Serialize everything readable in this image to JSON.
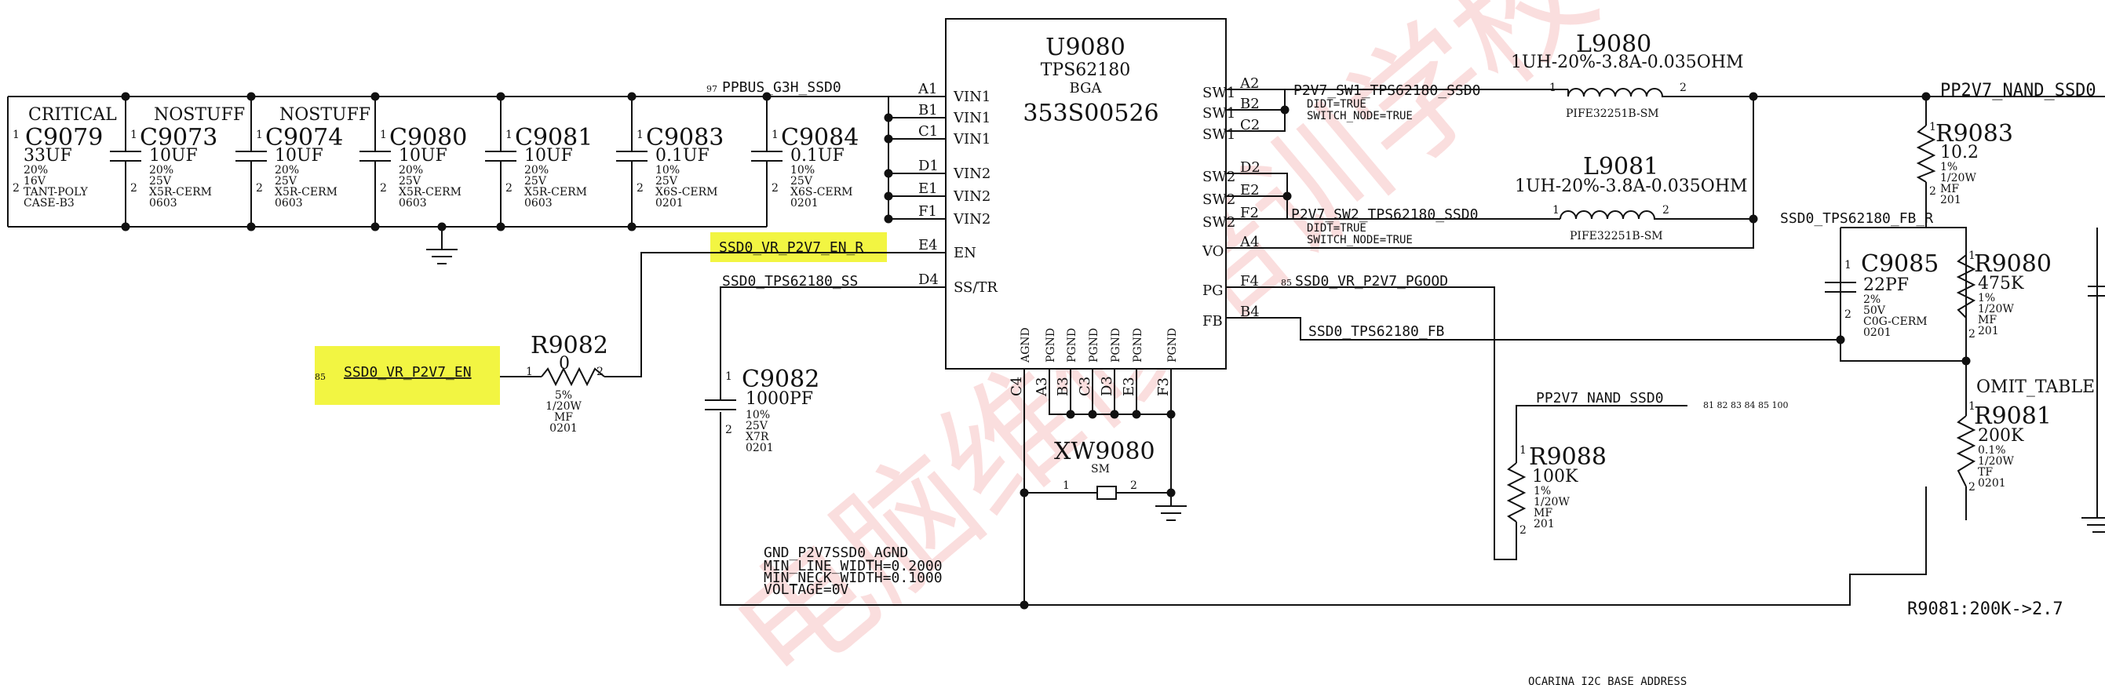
{
  "highlight_color": "#f2f542",
  "watermark": {
    "text": "电脑维修培训学校 www.xinxunwei.com",
    "color": "#e53a3a"
  },
  "ic": {
    "ref": "U9080",
    "part": "TPS62180",
    "pkg": "BGA",
    "pn": "353S00526",
    "left_pins": [
      {
        "ball": "A1",
        "name": "VIN1"
      },
      {
        "ball": "B1",
        "name": "VIN1"
      },
      {
        "ball": "C1",
        "name": "VIN1"
      },
      {
        "ball": "D1",
        "name": "VIN2"
      },
      {
        "ball": "E1",
        "name": "VIN2"
      },
      {
        "ball": "F1",
        "name": "VIN2"
      },
      {
        "ball": "E4",
        "name": "EN"
      },
      {
        "ball": "D4",
        "name": "SS/TR"
      }
    ],
    "right_pins": [
      {
        "ball": "A2",
        "name": "SW1"
      },
      {
        "ball": "B2",
        "name": "SW1"
      },
      {
        "ball": "C2",
        "name": "SW1"
      },
      {
        "ball": "D2",
        "name": "SW2"
      },
      {
        "ball": "E2",
        "name": "SW2"
      },
      {
        "ball": "F2",
        "name": "SW2"
      },
      {
        "ball": "A4",
        "name": "VO"
      },
      {
        "ball": "F4",
        "name": "PG"
      },
      {
        "ball": "B4",
        "name": "FB"
      }
    ],
    "bottom_pins": [
      {
        "ball": "C4",
        "name": "AGND"
      },
      {
        "ball": "A3",
        "name": "PGND"
      },
      {
        "ball": "B3",
        "name": "PGND"
      },
      {
        "ball": "C3",
        "name": "PGND"
      },
      {
        "ball": "D3",
        "name": "PGND"
      },
      {
        "ball": "E3",
        "name": "PGND"
      },
      {
        "ball": "F3",
        "name": "PGND"
      }
    ]
  },
  "caps": [
    {
      "ref": "C9079",
      "tag": "CRITICAL",
      "value": "33UF",
      "specs": [
        "20%",
        "16V",
        "TANT-POLY",
        "CASE-B3"
      ]
    },
    {
      "ref": "C9073",
      "tag": "NOSTUFF",
      "value": "10UF",
      "specs": [
        "20%",
        "25V",
        "X5R-CERM",
        "0603"
      ]
    },
    {
      "ref": "C9074",
      "tag": "NOSTUFF",
      "value": "10UF",
      "specs": [
        "20%",
        "25V",
        "X5R-CERM",
        "0603"
      ]
    },
    {
      "ref": "C9080",
      "tag": "",
      "value": "10UF",
      "specs": [
        "20%",
        "25V",
        "X5R-CERM",
        "0603"
      ]
    },
    {
      "ref": "C9081",
      "tag": "",
      "value": "10UF",
      "specs": [
        "20%",
        "25V",
        "X5R-CERM",
        "0603"
      ]
    },
    {
      "ref": "C9083",
      "tag": "",
      "value": "0.1UF",
      "specs": [
        "10%",
        "25V",
        "X6S-CERM",
        "0201"
      ]
    },
    {
      "ref": "C9084",
      "tag": "",
      "value": "0.1UF",
      "specs": [
        "10%",
        "25V",
        "X6S-CERM",
        "0201"
      ]
    }
  ],
  "c9082": {
    "ref": "C9082",
    "value": "1000PF",
    "specs": [
      "10%",
      "25V",
      "X7R",
      "0201"
    ]
  },
  "c9085": {
    "ref": "C9085",
    "value": "22PF",
    "specs": [
      "2%",
      "50V",
      "C0G-CERM",
      "0201"
    ]
  },
  "r9082": {
    "ref": "R9082",
    "value": "0",
    "specs": [
      "5%",
      "1/20W",
      "MF",
      "0201"
    ]
  },
  "r9083": {
    "ref": "R9083",
    "value": "10.2",
    "specs": [
      "1%",
      "1/20W",
      "MF",
      "201"
    ]
  },
  "r9080": {
    "ref": "R9080",
    "value": "475K",
    "specs": [
      "1%",
      "1/20W",
      "MF",
      "201"
    ]
  },
  "r9081": {
    "ref": "R9081",
    "tag": "OMIT_TABLE",
    "value": "200K",
    "specs": [
      "0.1%",
      "1/20W",
      "TF",
      "0201"
    ]
  },
  "r9088": {
    "ref": "R9088",
    "value": "100K",
    "specs": [
      "1%",
      "1/20W",
      "MF",
      "201"
    ]
  },
  "l9080": {
    "ref": "L9080",
    "value": "1UH-20%-3.8A-0.035OHM",
    "part": "PIFE32251B-SM"
  },
  "l9081": {
    "ref": "L9081",
    "value": "1UH-20%-3.8A-0.035OHM",
    "part": "PIFE32251B-SM"
  },
  "xw9080": {
    "ref": "XW9080",
    "type": "SM"
  },
  "nets": {
    "pp_in": "PPBUS_G3H_SSD0",
    "pp_in_page": "97",
    "en_r": "SSD0_VR_P2V7_EN_R",
    "en": "SSD0_VR_P2V7_EN",
    "en_page": "85",
    "ss": "SSD0_TPS62180_SS",
    "sw1": "P2V7_SW1_TPS62180_SSD0",
    "sw2": "P2V7_SW2_TPS62180_SSD0",
    "didt": "DIDT=TRUE",
    "switch_node": "SWITCH_NODE=TRUE",
    "pgood": "SSD0_VR_P2V7_PGOOD",
    "pgood_page": "85",
    "fb": "SSD0_TPS62180_FB",
    "fb_r": "SSD0_TPS62180_FB_R",
    "out": "PP2V7_NAND_SSD0",
    "out_pages": "81 82 83 84 85 100",
    "agnd": "GND_P2V7SSD0_AGND",
    "agnd_props": [
      "MIN_LINE_WIDTH=0.2000",
      "MIN_NECK_WIDTH=0.1000",
      "VOLTAGE=0V"
    ]
  },
  "notes": {
    "r9081_note": "R9081:200K->2.7",
    "ocarina": "OCARINA I2C BASE ADDRESS"
  }
}
